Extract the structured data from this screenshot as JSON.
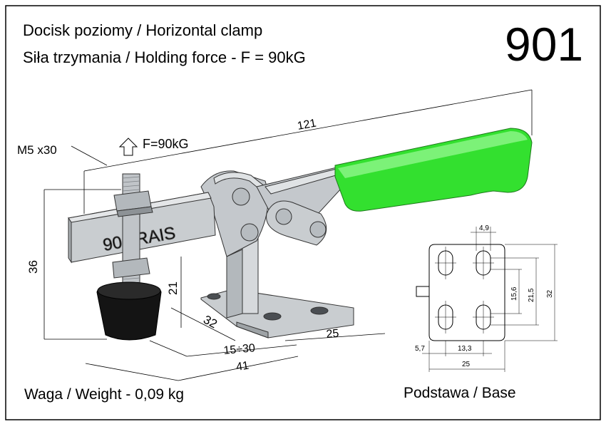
{
  "header": {
    "title_line1": "Docisk poziomy / Horizontal clamp",
    "title_line2": "Siła trzymania / Holding force - F = 90kG",
    "model_number": "901"
  },
  "clamp": {
    "engraving": "901 RAIS",
    "force_label": "F=90kG",
    "thread_label": "M5 x30",
    "handle_color": "#33e02f",
    "body_color": "#c9cdd0",
    "spindle_color": "#111111"
  },
  "dimensions": {
    "overall_length": "121",
    "overall_height": "36",
    "spindle_height": "21",
    "base_depth": "32",
    "reach_range": "15÷30",
    "spindle_reach": "41",
    "base_length": "25"
  },
  "base_view": {
    "title": "Podstawa / Base",
    "slot_width": "4,9",
    "hole_spacing_v": "15,6",
    "slot_span_v": "21,5",
    "plate_height": "32",
    "edge_offset": "5,7",
    "hole_spacing_h": "13,3",
    "plate_width": "25"
  },
  "footer": {
    "weight": "Waga / Weight - 0,09 kg"
  }
}
